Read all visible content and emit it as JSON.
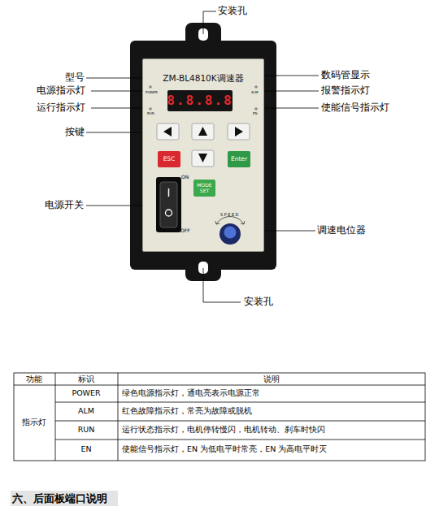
{
  "diagram": {
    "nodes": [
      {
        "text": [
          "ZM-BL4810K调速器"
        ]
      },
      {
        "text": [
          "8.8.8.8"
        ],
        "in": 0
      },
      {
        "text": [
          "ESC"
        ],
        "in": 0
      },
      {
        "text": [
          "Enter"
        ],
        "in": 0
      },
      {
        "text": [
          "MODE SET"
        ],
        "in": 0
      }
    ],
    "labels": [
      "安装孔",
      "型号",
      "电源指示灯",
      "运行指示灯",
      "按键",
      "电源开关",
      "安装孔",
      "数码管显示",
      "报警指示灯",
      "使能信号指示灯",
      "调速电位器",
      "POWER",
      "RUN",
      "ALM",
      "EN",
      "ON",
      "OFF",
      "SPEED",
      "功能",
      "标识",
      "说明",
      "指示灯",
      "POWER",
      "绿色电源指示灯，通电亮表示电源正常",
      "ALM",
      "红色故障指示灯，常亮为故障或脱机",
      "RUN",
      "运行状态指示灯，电机停转慢闪，电机转动、刹车时快闪",
      "EN",
      "使能信号指示灯，EN 为低电平时常亮，EN 为高电平时灭",
      "六、后面板端口说明"
    ]
  }
}
